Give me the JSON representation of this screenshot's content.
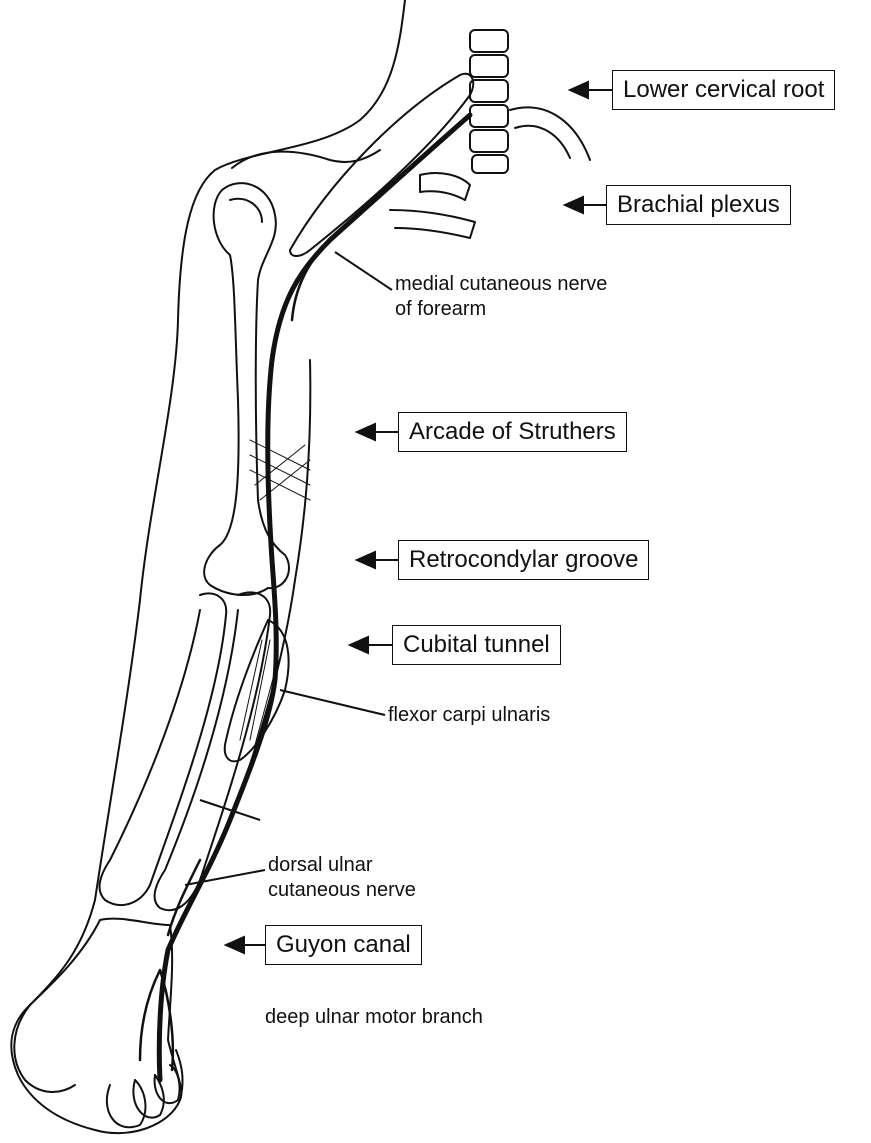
{
  "boxed_labels": {
    "lower_cervical_root": "Lower cervical root",
    "brachial_plexus": "Brachial plexus",
    "arcade_of_struthers": "Arcade of Struthers",
    "retrocondylar_groove": "Retrocondylar groove",
    "cubital_tunnel": "Cubital tunnel",
    "guyon_canal": "Guyon canal"
  },
  "annotations": {
    "medial_cutaneous_nerve": [
      "medial cutaneous nerve",
      "of forearm"
    ],
    "flexor_carpi_ulnaris": "flexor carpi ulnaris",
    "dorsal_ulnar_cutaneous_nerve": [
      "dorsal ulnar",
      "cutaneous nerve"
    ],
    "deep_ulnar_motor_branch": "deep ulnar motor branch"
  },
  "colors": {
    "ink": "#111111",
    "background": "#ffffff"
  }
}
